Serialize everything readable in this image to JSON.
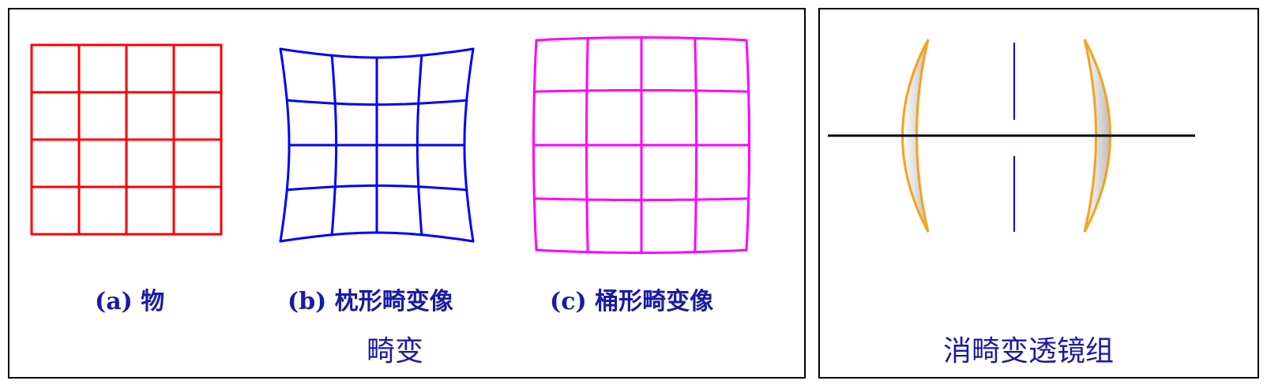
{
  "left_panel": {
    "title": "畸变",
    "captions": {
      "object": "(a) 物",
      "pincushion": "(b) 枕形畸变像",
      "barrel": "(c) 桶形畸变像"
    }
  },
  "right_panel": {
    "title": "消畸变透镜组"
  },
  "colors": {
    "object_grid": "#ff0000",
    "pincushion_grid": "#0000ff",
    "barrel_grid": "#ff00ff",
    "text": "#1a1aa6",
    "lens_outline": "#f5a21b",
    "stop": "#0000ff",
    "axis": "#000000"
  }
}
